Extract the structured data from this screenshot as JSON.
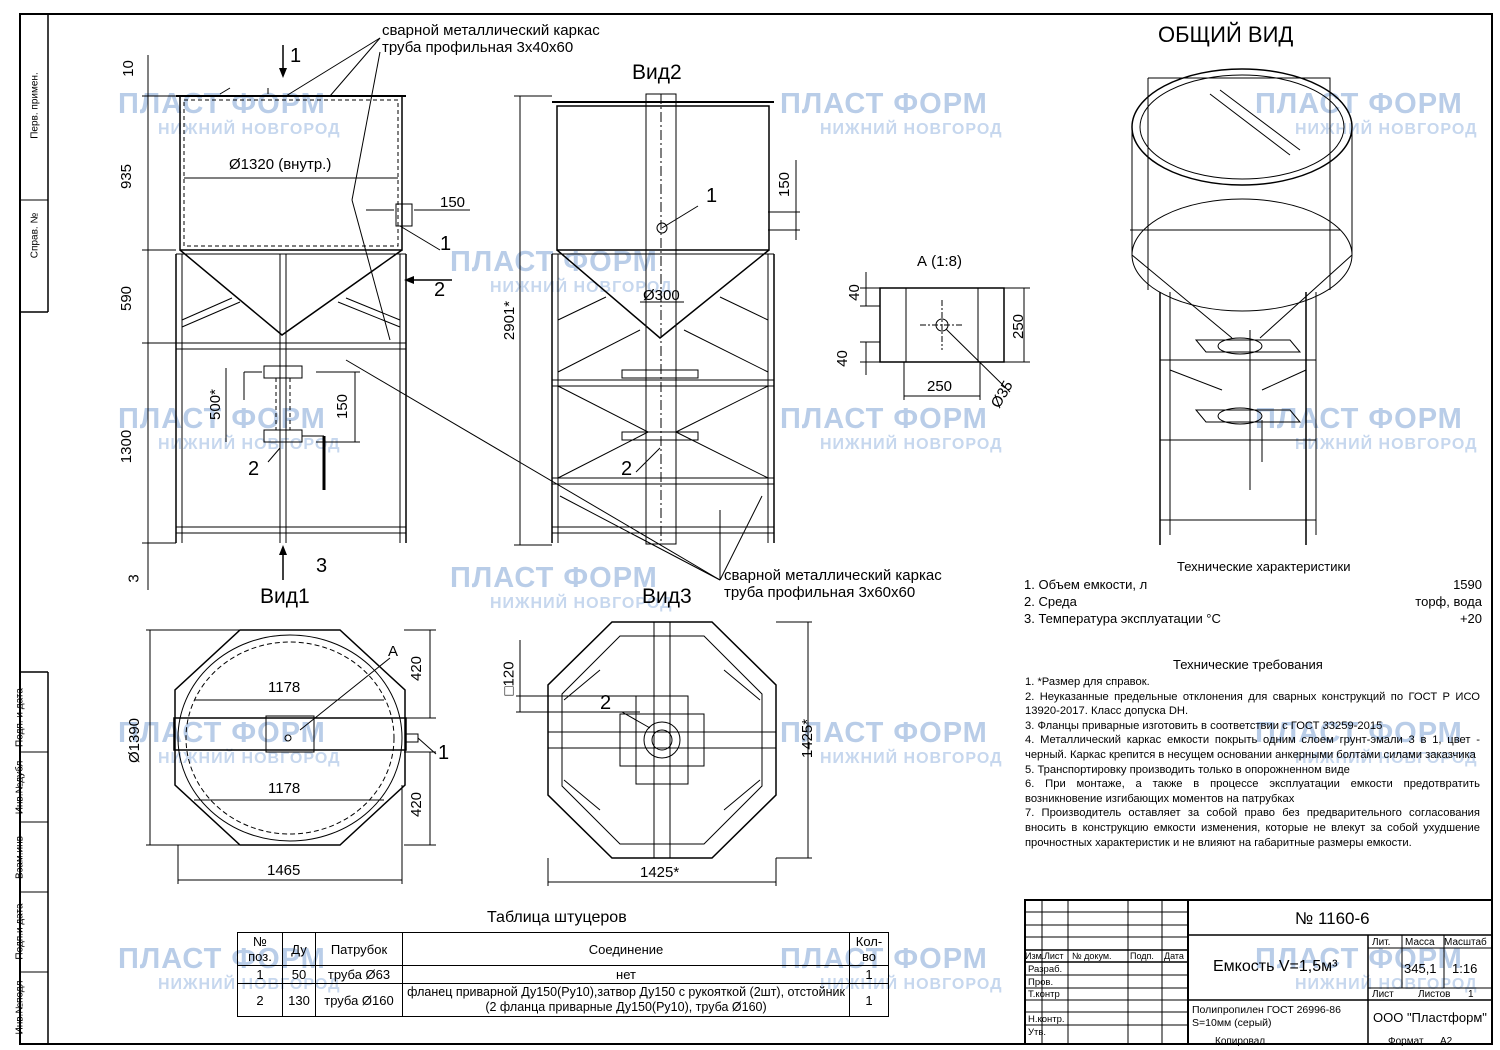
{
  "views": {
    "view2": "Вид2",
    "view1": "Вид1",
    "view3": "Вид3",
    "general": "ОБЩИЙ ВИД",
    "detail_a": "А (1:8)"
  },
  "callouts": {
    "frame_top_1": "сварной металлический каркас",
    "frame_top_2": "труба профильная 3х40х60",
    "frame_bottom_1": "сварной металлический каркас",
    "frame_bottom_2": "труба профильная 3х60х60"
  },
  "dims": {
    "d10": "10",
    "d935": "935",
    "d590": "590",
    "d1300": "1300",
    "d3": "3",
    "d1320": "Ø1320 (внутр.)",
    "d150a": "150",
    "d500": "500*",
    "d150b": "150",
    "d2901": "2901*",
    "d150c": "150",
    "d300": "Ø300",
    "d40a": "40",
    "d40b": "40",
    "d250a": "250",
    "d250b": "250",
    "d35": "Ø35",
    "d420a": "420",
    "d420b": "420",
    "d1178a": "1178",
    "d1178b": "1178",
    "d1390": "Ø1390",
    "d1465": "1465",
    "d120": "□120",
    "d1425a": "1425*",
    "d1425b": "1425*",
    "letter_a": "А"
  },
  "positions": {
    "p1a": "1",
    "p1b": "1",
    "p2a": "2",
    "p3": "3",
    "p1c": "1",
    "p2b": "2",
    "p1d": "1",
    "p2c": "2",
    "p1e": "1"
  },
  "arrows": {
    "a1": "1",
    "a2": "2",
    "a3": "3"
  },
  "tech_chars": {
    "title": "Технические характеристики",
    "rows": [
      {
        "label": "1.  Объем емкости, л",
        "value": "1590"
      },
      {
        "label": "2.  Среда",
        "value": "торф, вода"
      },
      {
        "label": "3.  Температура эксплуатации °С",
        "value": "+20"
      }
    ]
  },
  "tech_req": {
    "title": "Технические требования",
    "items": [
      "1. *Размер для справок.",
      "2.  Неуказанные предельные отклонения для сварных конструкций по ГОСТ Р ИСО 13920-2017. Класс допуска  DH.",
      "3. Фланцы приварные изготовить  в соответствии с ГОСТ 33259-2015",
      "4. Металлический каркас емкости покрыть одним слоем грунт-эмали 3 в 1, цвет - черный. Каркас крепится в несущем основании анкерными болтами силами заказчика",
      "5. Транспортировку производить только в опорожненном виде",
      "6. При монтаже, а также в процессе эксплуатации емкости предотвратить возникновение изгибающих моментов на патрубках",
      "7.  Производитель  оставляет  за  собой  право  без  предварительного согласования  вносить в конструкцию емкости изменения, которые не влекут за собой  ухудшение прочностных характеристик и не влияют на габаритные размеры емкости."
    ]
  },
  "fitting_table": {
    "title": "Таблица штуцеров",
    "headers": [
      "№ поз.",
      "Ду",
      "Патрубок",
      "Соединение",
      "Кол-во"
    ],
    "rows": [
      [
        "1",
        "50",
        "труба Ø63",
        "нет",
        "1"
      ],
      [
        "2",
        "130",
        "труба Ø160",
        "фланец приварной Ду150(Ру10),затвор Ду150 с рукояткой (2шт), отстойник (2 фланца приварные Ду150(Ру10), труба Ø160)",
        "1"
      ]
    ]
  },
  "title_block": {
    "number": "№ 1160-6",
    "name": "Емкость V=1,5м³",
    "material_1": "Полипропилен ГОСТ 26996-86",
    "material_2": "S=10мм (серый)",
    "company": "ООО \"Пластформ\"",
    "lit": "Лит.",
    "mass_label": "Масса",
    "scale_label": "Масштаб",
    "mass": "345,1",
    "scale": "1:16",
    "sheet_label": "Лист",
    "sheets_label": "Листов",
    "sheets": "1",
    "cols": [
      "Изм.",
      "Лист",
      "№ докум.",
      "Подп.",
      "Дата"
    ],
    "roles": [
      "Разраб.",
      "Пров.",
      "Т.контр",
      "Н.контр.",
      "Утв."
    ],
    "copied": "Копировал",
    "format_label": "Формат",
    "format": "А2"
  },
  "side_stamp": {
    "perv": "Перв. примен.",
    "sprav": "Справ. №",
    "podp1": "Подп. и дата",
    "invdubl": "Инв.№дубл",
    "vzam": "Взам.инв",
    "podp2": "Подп.и дата",
    "invpodl": "Инв.№подл"
  },
  "watermark": {
    "brand": "ПЛАСТ ФОРМ",
    "city": "НИЖНИЙ НОВГОРОД"
  }
}
